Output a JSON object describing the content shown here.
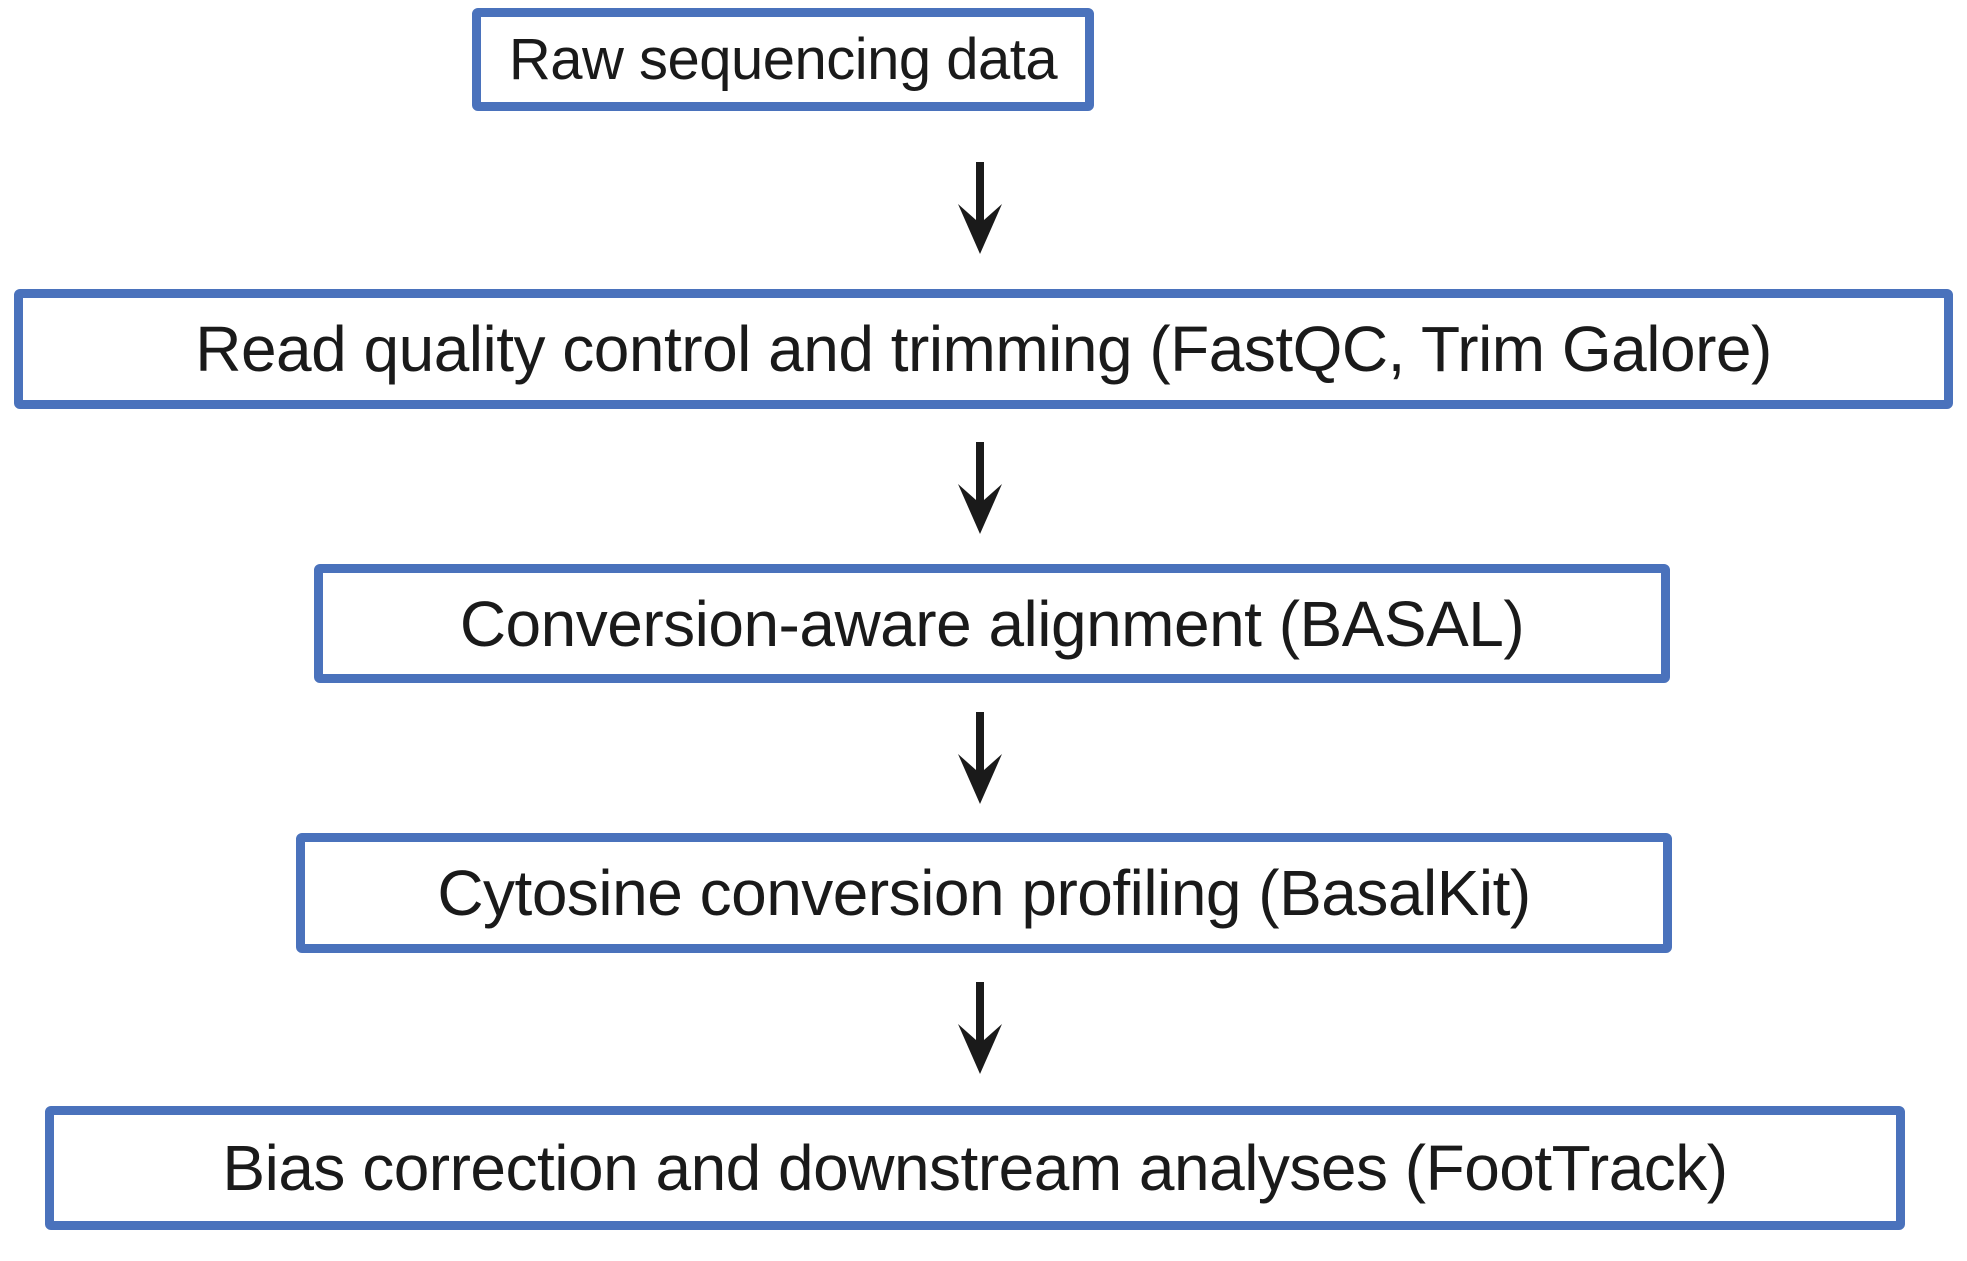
{
  "diagram": {
    "type": "flowchart",
    "direction": "top-down",
    "box_border_color": "#4a72bc",
    "box_fill_color": "#ffffff",
    "text_color": "#1a1a1a",
    "arrow_color": "#1a1a1a",
    "background_color": "#ffffff",
    "steps": [
      {
        "id": "raw-data",
        "label": "Raw sequencing data"
      },
      {
        "id": "qc-trimming",
        "label": "Read quality control and trimming (FastQC, Trim Galore)"
      },
      {
        "id": "alignment",
        "label": "Conversion-aware alignment (BASAL)"
      },
      {
        "id": "profiling",
        "label": "Cytosine conversion profiling (BasalKit)"
      },
      {
        "id": "bias-correction",
        "label": "Bias correction and downstream analyses (FootTrack)"
      }
    ],
    "connectors": [
      {
        "from": "raw-data",
        "to": "qc-trimming",
        "icon": "down-arrow-icon"
      },
      {
        "from": "qc-trimming",
        "to": "alignment",
        "icon": "down-arrow-icon"
      },
      {
        "from": "alignment",
        "to": "profiling",
        "icon": "down-arrow-icon"
      },
      {
        "from": "profiling",
        "to": "bias-correction",
        "icon": "down-arrow-icon"
      }
    ]
  }
}
